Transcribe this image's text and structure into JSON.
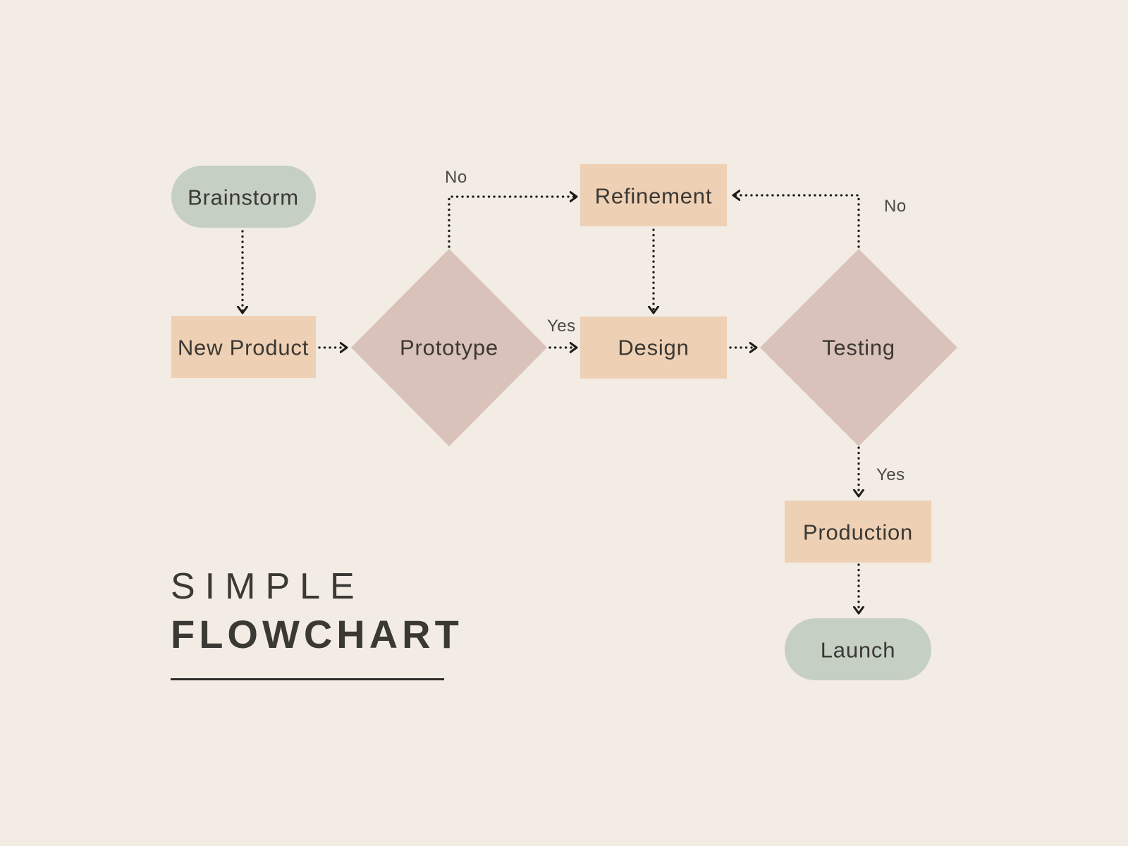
{
  "title": {
    "line1": "SIMPLE",
    "line2": "FLOWCHART"
  },
  "nodes": [
    {
      "id": "brainstorm",
      "label": "Brainstorm",
      "type": "terminator"
    },
    {
      "id": "new-product",
      "label": "New Product",
      "type": "process"
    },
    {
      "id": "prototype",
      "label": "Prototype",
      "type": "decision"
    },
    {
      "id": "refinement",
      "label": "Refinement",
      "type": "process"
    },
    {
      "id": "design",
      "label": "Design",
      "type": "process"
    },
    {
      "id": "testing",
      "label": "Testing",
      "type": "decision"
    },
    {
      "id": "production",
      "label": "Production",
      "type": "process"
    },
    {
      "id": "launch",
      "label": "Launch",
      "type": "terminator"
    }
  ],
  "edge_labels": {
    "prototype_no": "No",
    "prototype_yes": "Yes",
    "testing_no": "No",
    "testing_yes": "Yes"
  },
  "colors": {
    "background": "#f2ece4",
    "terminator": "#c5cfc4",
    "process": "#eed0b4",
    "decision": "#d9c2b9",
    "connector": "#1d1b18",
    "node_text": "#3b3833",
    "label_text": "#4d4a45",
    "title_text": "#3b3934"
  }
}
